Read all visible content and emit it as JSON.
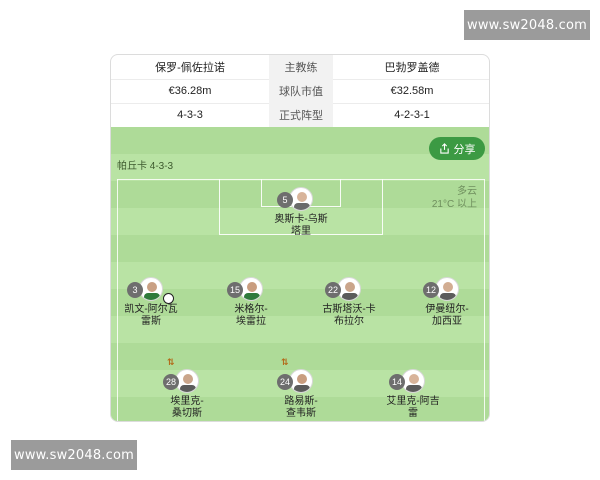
{
  "watermark": {
    "text": "www.sw2048.com"
  },
  "header": {
    "rows": [
      {
        "left": "保罗-佩佐拉诺",
        "mid": "主教练",
        "right": "巴勃罗盖德"
      },
      {
        "left": "€36.28m",
        "mid": "球队市值",
        "right": "€32.58m"
      },
      {
        "left": "4-3-3",
        "mid": "正式阵型",
        "right": "4-2-3-1"
      }
    ]
  },
  "field": {
    "formation_label": "帕丘卡 4-3-3",
    "weather": {
      "condition": "多云",
      "temperature": "21°C 以上"
    },
    "share_label": "分享",
    "colors": {
      "grass": "#b9e3a4",
      "stripe": "#aedb98",
      "share": "#3c9a43"
    }
  },
  "players": [
    {
      "number": "5",
      "name_line1": "奥斯卡-乌斯",
      "name_line2": "塔里"
    },
    {
      "number": "3",
      "name_line1": "凯文-阿尔瓦",
      "name_line2": "雷斯"
    },
    {
      "number": "15",
      "name_line1": "米格尔-",
      "name_line2": "埃雷拉"
    },
    {
      "number": "22",
      "name_line1": "古斯塔沃-卡",
      "name_line2": "布拉尔"
    },
    {
      "number": "12",
      "name_line1": "伊曼纽尔-",
      "name_line2": "加西亚"
    },
    {
      "number": "28",
      "name_line1": "埃里克-",
      "name_line2": "桑切斯"
    },
    {
      "number": "24",
      "name_line1": "路易斯-",
      "name_line2": "查韦斯"
    },
    {
      "number": "14",
      "name_line1": "艾里克-阿吉",
      "name_line2": "雷"
    }
  ]
}
